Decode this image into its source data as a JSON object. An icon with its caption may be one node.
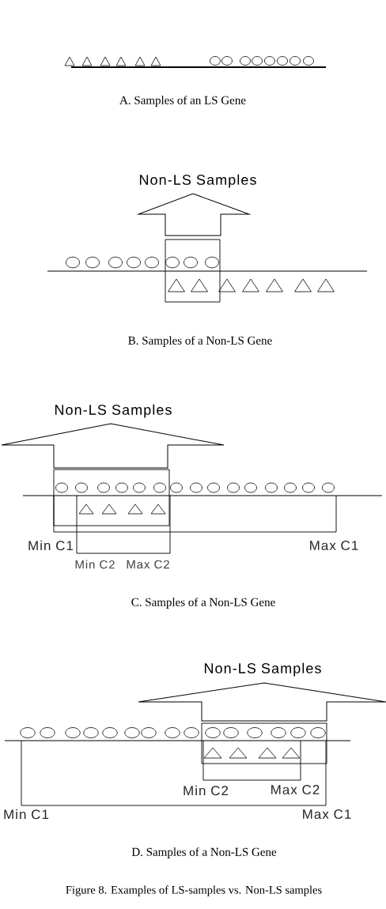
{
  "diagram": {
    "caption": "Figure 8. Examples of LS-samples vs. Non-LS samples",
    "nodes": [
      {
        "text": [
          "Non-LS Samples"
        ]
      },
      {
        "text": [
          "Non-LS Samples"
        ]
      },
      {
        "text": [
          "Non-LS Samples"
        ]
      }
    ],
    "labels": [
      "A. Samples of an LS Gene",
      "B. Samples of a Non-LS Gene",
      "Min C1",
      "Max C1",
      "Min C2",
      "Max C2",
      "C. Samples of a Non-LS Gene",
      "Min C2",
      "Max C2",
      "Min C1",
      "Max C1",
      "D. Samples of a Non-LS Gene"
    ]
  }
}
